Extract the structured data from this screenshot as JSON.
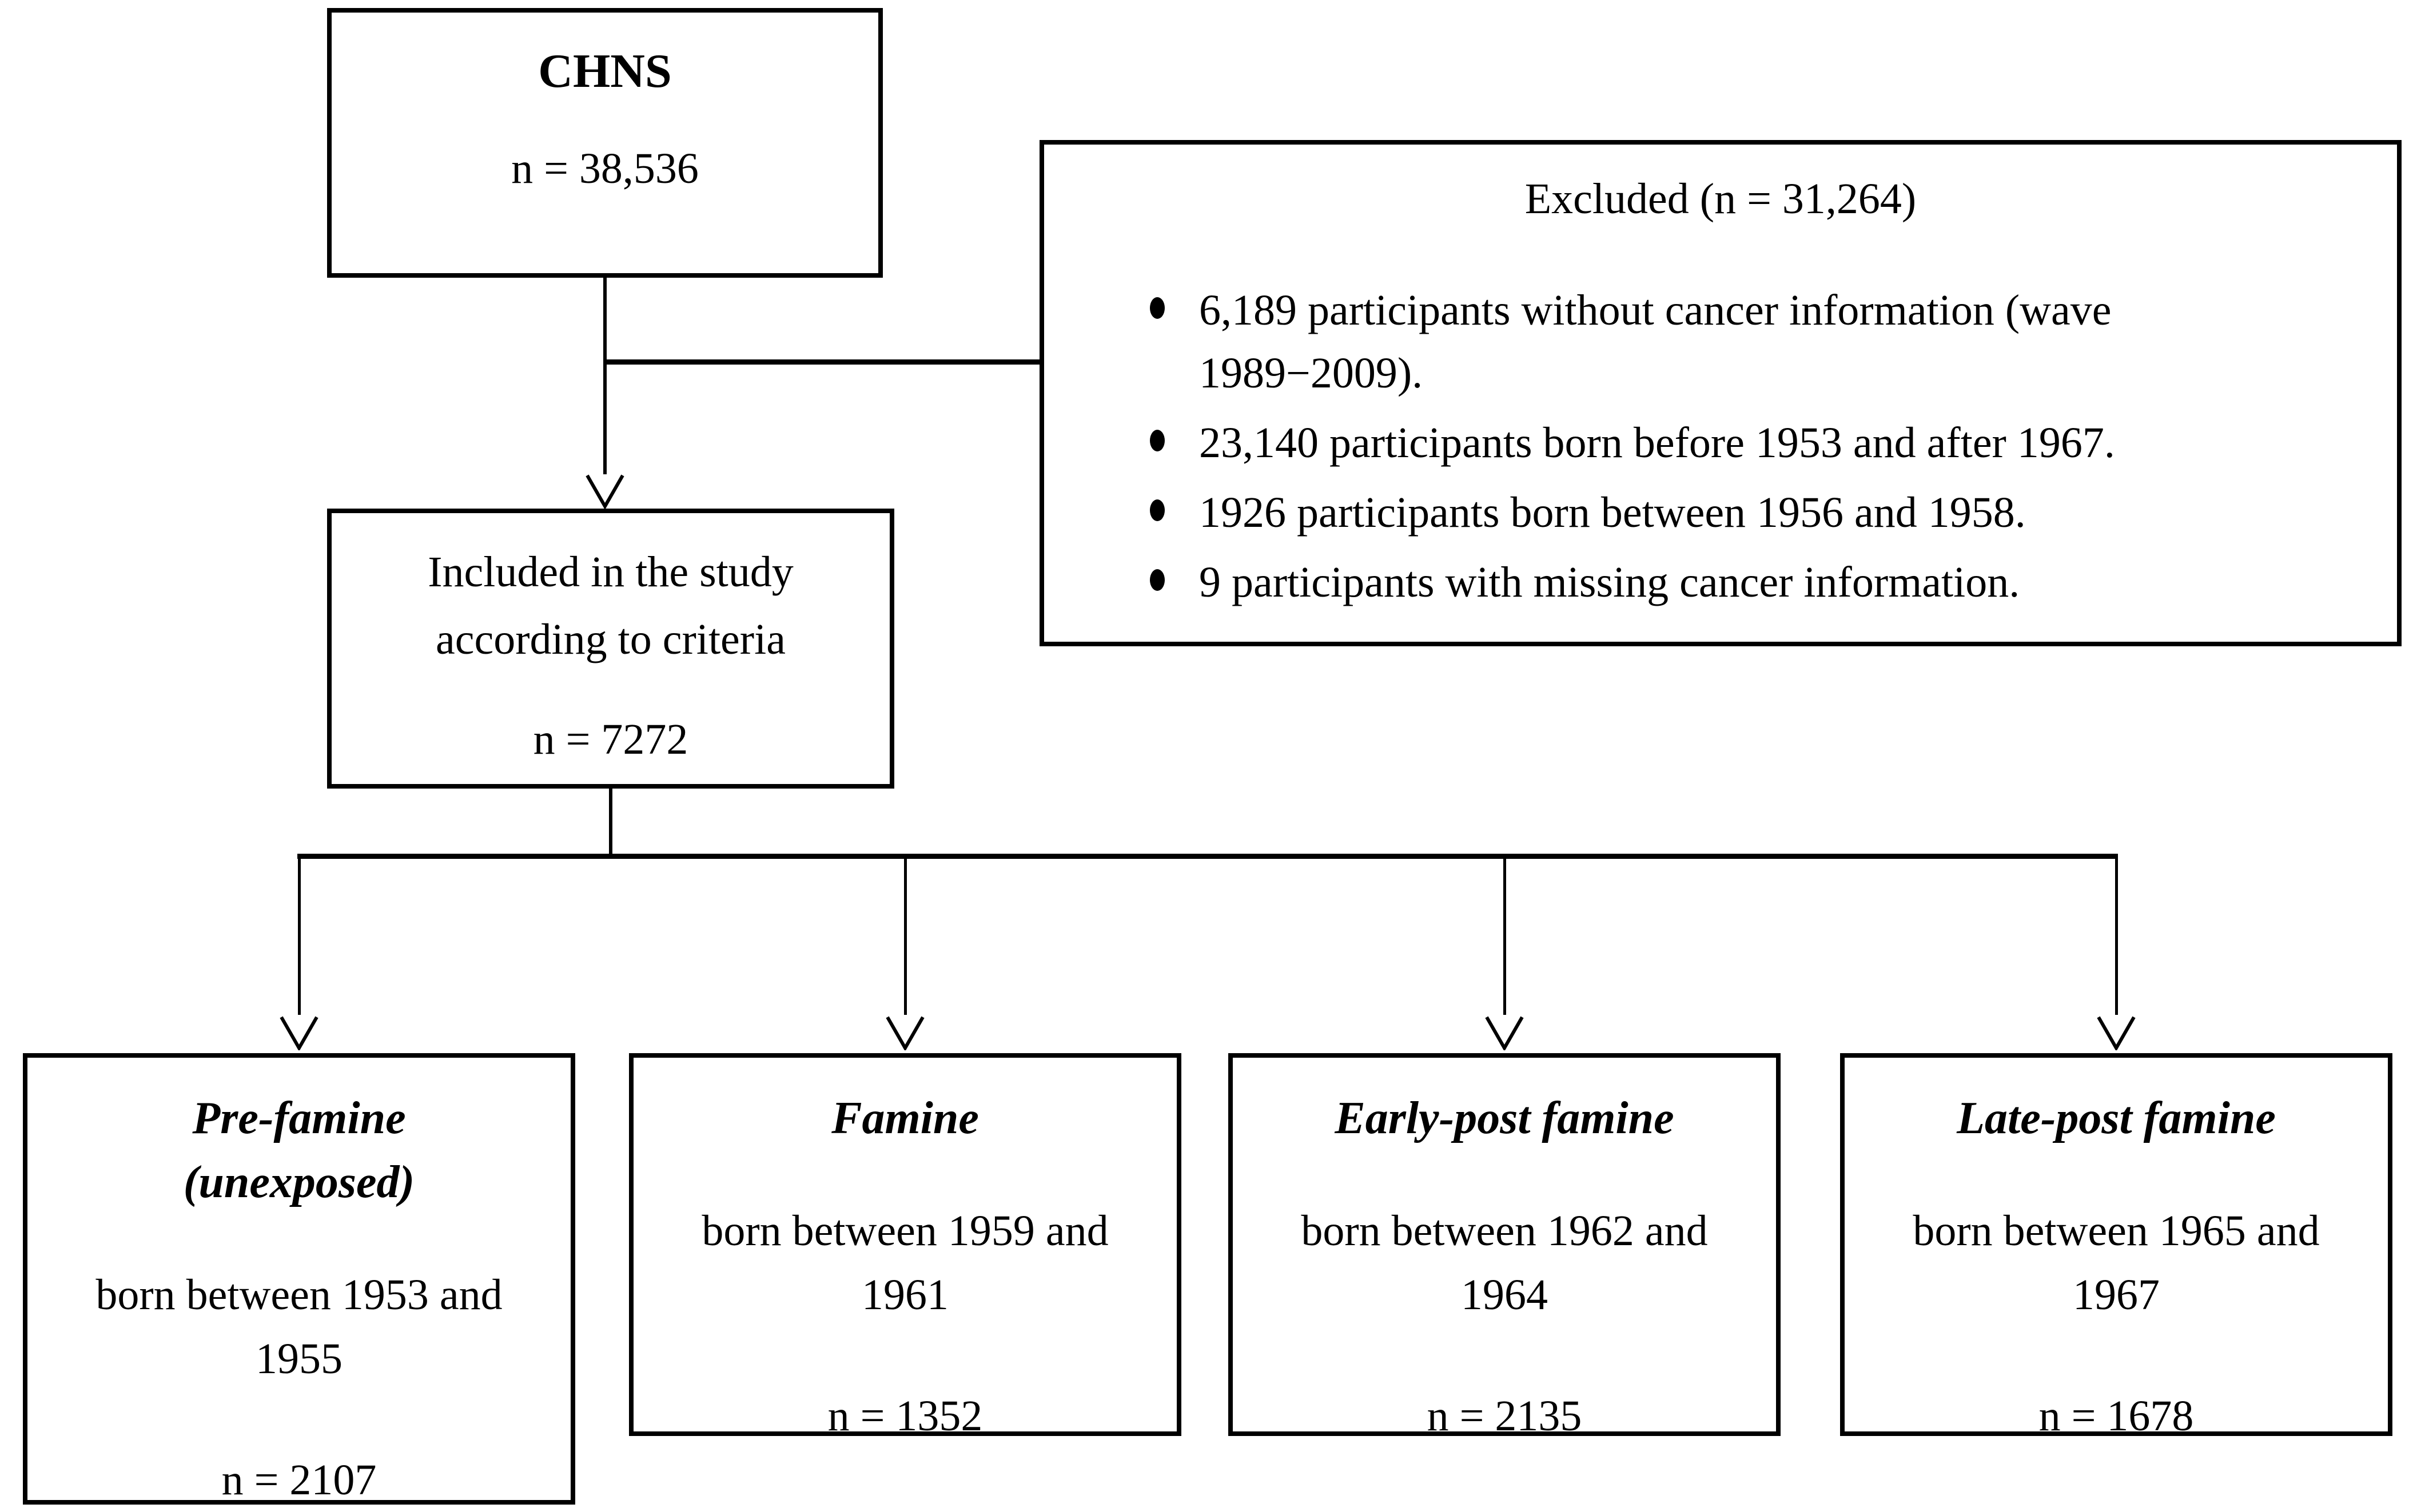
{
  "colors": {
    "line": "#000000",
    "background": "#ffffff",
    "text": "#000000"
  },
  "icons": {
    "bullet": "disc-bullet",
    "arrow": "open-chevron-down-arrow"
  },
  "chns_box": {
    "title": "CHNS",
    "n": "n = 38,536"
  },
  "excluded_box": {
    "title": "Excluded (n = 31,264)",
    "bullets": [
      {
        "lines": [
          "6,189 participants without cancer information (wave",
          "1989−2009)."
        ]
      },
      {
        "lines": [
          "23,140 participants born before 1953 and after 1967."
        ]
      },
      {
        "lines": [
          "1926 participants born between 1956 and 1958."
        ]
      },
      {
        "lines": [
          "9 participants with missing cancer information."
        ]
      }
    ]
  },
  "included_box": {
    "lines": [
      "Included in the study",
      "according to criteria"
    ],
    "n": "n = 7272"
  },
  "cohorts": [
    {
      "title_lines": [
        "Pre-famine",
        "(unexposed)"
      ],
      "desc_lines": [
        "born between 1953 and",
        "1955"
      ],
      "n": "n = 2107"
    },
    {
      "title_lines": [
        "Famine"
      ],
      "desc_lines": [
        "born between 1959 and",
        "1961"
      ],
      "n": "n = 1352"
    },
    {
      "title_lines": [
        "Early-post famine"
      ],
      "desc_lines": [
        "born between 1962 and",
        "1964"
      ],
      "n": "n = 2135"
    },
    {
      "title_lines": [
        "Late-post famine"
      ],
      "desc_lines": [
        "born between 1965 and",
        "1967"
      ],
      "n": "n = 1678"
    }
  ]
}
